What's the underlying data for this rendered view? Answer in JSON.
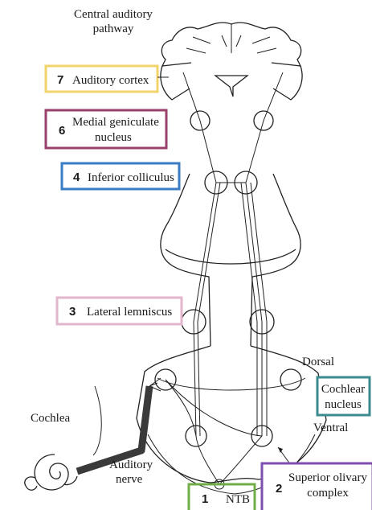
{
  "title": [
    "Central auditory",
    "pathway"
  ],
  "labels": {
    "auditory_cortex": {
      "number": "7",
      "text": "Auditory cortex",
      "color": "#f2d46b"
    },
    "medial_geniculate": {
      "number": "6",
      "text": [
        "Medial geniculate",
        "nucleus"
      ],
      "color": "#9b3f6d"
    },
    "inferior_colliculus": {
      "number": "4",
      "text": "Inferior colliculus",
      "color": "#3b7cc4"
    },
    "lateral_lemniscus": {
      "number": "3",
      "text": "Lateral lemniscus",
      "color": "#e2b6cd"
    },
    "cochlear_nucleus": {
      "text": [
        "Cochlear",
        "nucleus"
      ],
      "color": "#3d8b8e"
    },
    "ntb": {
      "number": "1",
      "text": "NTB",
      "color": "#6fae47"
    },
    "superior_olivary": {
      "number": "2",
      "text": [
        "Superior olivary",
        "complex"
      ],
      "color": "#7d4fae"
    }
  },
  "plain_labels": {
    "dorsal": "Dorsal",
    "ventral": "Ventral",
    "cochlea": "Cochlea",
    "auditory_nerve": [
      "Auditory",
      "nerve"
    ]
  }
}
